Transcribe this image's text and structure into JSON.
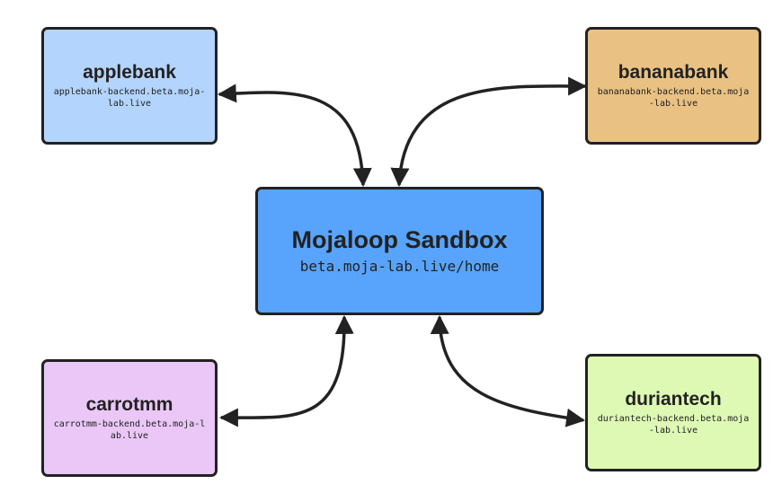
{
  "colors": {
    "center": "#58a4fc",
    "applebank": "#b3d4fd",
    "bananabank": "#e9c182",
    "carrotmm": "#eac7f7",
    "duriantech": "#ddf9b4",
    "stroke": "#222222"
  },
  "center": {
    "title": "Mojaloop Sandbox",
    "host": "beta.moja-lab.live/home"
  },
  "nodes": {
    "applebank": {
      "title": "applebank",
      "host": "applebank-backend.beta.moja-lab.live"
    },
    "bananabank": {
      "title": "bananabank",
      "host": "bananabank-backend.beta.moja-lab.live"
    },
    "carrotmm": {
      "title": "carrotmm",
      "host": "carrotmm-backend.beta.moja-lab.live"
    },
    "duriantech": {
      "title": "duriantech",
      "host": "duriantech-backend.beta.moja-lab.live"
    }
  },
  "edges": [
    {
      "from": "applebank",
      "to": "center",
      "bidirectional": true
    },
    {
      "from": "bananabank",
      "to": "center",
      "bidirectional": true
    },
    {
      "from": "carrotmm",
      "to": "center",
      "bidirectional": true
    },
    {
      "from": "duriantech",
      "to": "center",
      "bidirectional": true
    }
  ]
}
